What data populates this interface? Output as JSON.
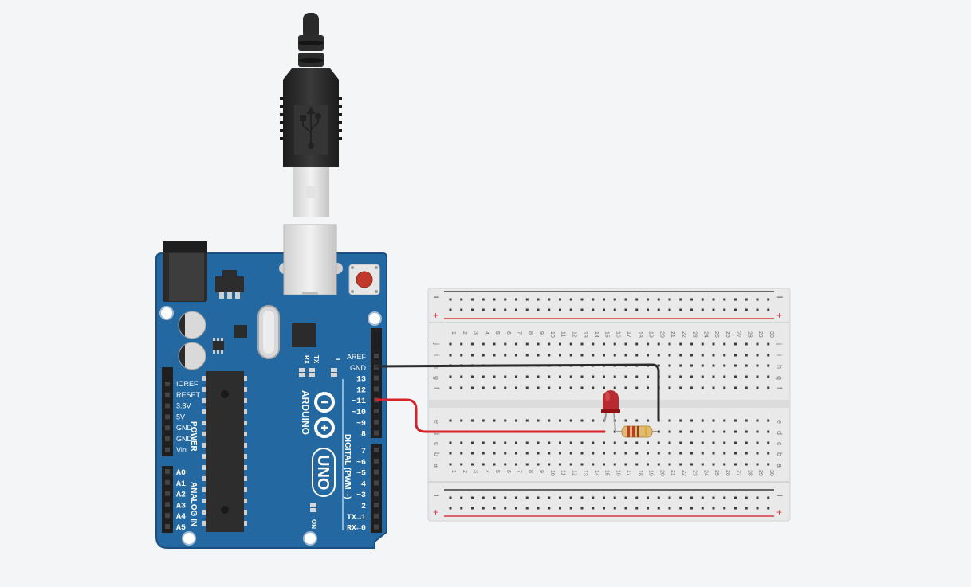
{
  "colors": {
    "board": "#2468a2",
    "board_edge": "#1a4f7e",
    "wire_red": "#d8232a",
    "wire_black": "#2b2b2b",
    "led": "#b3161c",
    "breadboard": "#e9e9e9",
    "rail_red": "#d5393e",
    "rail_black": "#3a3a3a"
  },
  "usb_cable": {
    "icon": "usb-icon"
  },
  "arduino": {
    "brand": "ARDUINO",
    "model": "UNO",
    "logo_icon": "infinity-logo-icon",
    "tx_label": "TX",
    "rx_label": "RX",
    "l_label": "L",
    "on_label": "ON",
    "digital_label": "DIGITAL (PWM ~)",
    "power_label": "POWER",
    "analog_label": "ANALOG IN",
    "power_pins": [
      "IOREF",
      "RESET",
      "3.3V",
      "5V",
      "GND",
      "GND",
      "Vin"
    ],
    "analog_pins": [
      "A0",
      "A1",
      "A2",
      "A3",
      "A4",
      "A5"
    ],
    "digital_pins_top": [
      "AREF",
      "GND",
      "13",
      "12",
      "~11",
      "~10",
      "~9",
      "8"
    ],
    "digital_pins_bottom": [
      "7",
      "~6",
      "~5",
      "4",
      "~3",
      "2",
      "TX→1",
      "RX←0"
    ]
  },
  "breadboard": {
    "columns": [
      "1",
      "2",
      "3",
      "4",
      "5",
      "6",
      "7",
      "8",
      "9",
      "10",
      "11",
      "12",
      "13",
      "14",
      "15",
      "16",
      "17",
      "18",
      "19",
      "20",
      "21",
      "22",
      "23",
      "24",
      "25",
      "26",
      "27",
      "28",
      "29",
      "30"
    ],
    "top_rows": [
      "j",
      "i",
      "h",
      "g",
      "f"
    ],
    "bottom_rows": [
      "e",
      "d",
      "c",
      "b",
      "a"
    ],
    "rail_minus": "–",
    "rail_plus": "+"
  },
  "components": {
    "led_name": "led",
    "resistor_name": "resistor"
  }
}
